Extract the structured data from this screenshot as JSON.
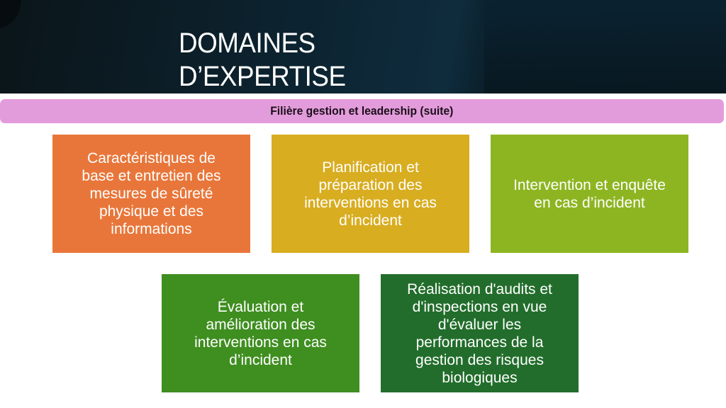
{
  "slide": {
    "title_line1": "DOMAINES",
    "title_line2": "D’EXPERTISE",
    "banner": "Filière gestion et leadership (suite)",
    "colors": {
      "banner": "#e39cdb",
      "box1": "#e8763a",
      "box2": "#d8ad20",
      "box3": "#8db521",
      "box4": "#3f8e20",
      "box5": "#226d2b"
    },
    "boxes": [
      {
        "text": "Caractéristiques de\nbase et entretien des\nmesures de sûreté\nphysique et des\ninformations"
      },
      {
        "text": "Planification et\npréparation des\ninterventions en cas\nd’incident"
      },
      {
        "text": "Intervention et enquête\nen cas d’incident"
      },
      {
        "text": "Évaluation et\namélioration des\ninterventions en cas\nd’incident"
      },
      {
        "text": "Réalisation d'audits et\nd'inspections en vue\nd'évaluer les\nperformances de la\ngestion des risques\nbiologiques"
      }
    ]
  }
}
